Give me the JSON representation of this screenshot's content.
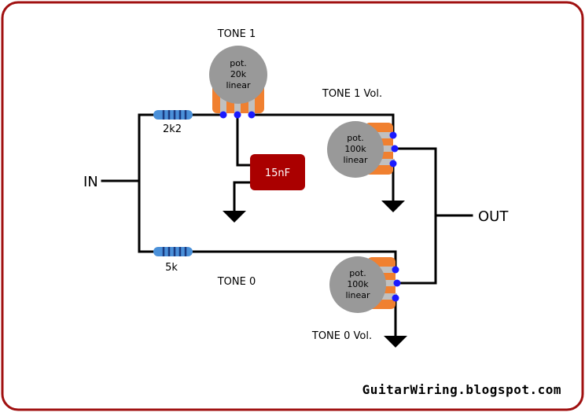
{
  "labels": {
    "input": "IN",
    "output": "OUT",
    "tone1": "TONE 1",
    "tone0": "TONE 0",
    "tone1_vol": "TONE 1 Vol.",
    "tone0_vol": "TONE 0 Vol."
  },
  "resistors": {
    "r_top": "2k2",
    "r_bottom": "5k"
  },
  "capacitor": {
    "value": "15nF"
  },
  "pots": {
    "tone1": {
      "line1": "pot.",
      "line2": "20k",
      "line3": "linear"
    },
    "tone1_vol": {
      "line1": "pot.",
      "line2": "100k",
      "line3": "linear"
    },
    "tone0_vol": {
      "line1": "pot.",
      "line2": "100k",
      "line3": "linear"
    }
  },
  "brand": "GuitarWiring.blogspot.com",
  "colors": {
    "frame": "#a01010",
    "pot_body": "#999999",
    "pot_lug": "#f08030",
    "resistor": "#4a90d9",
    "capacitor": "#aa0000",
    "terminal": "#1a1aff"
  }
}
